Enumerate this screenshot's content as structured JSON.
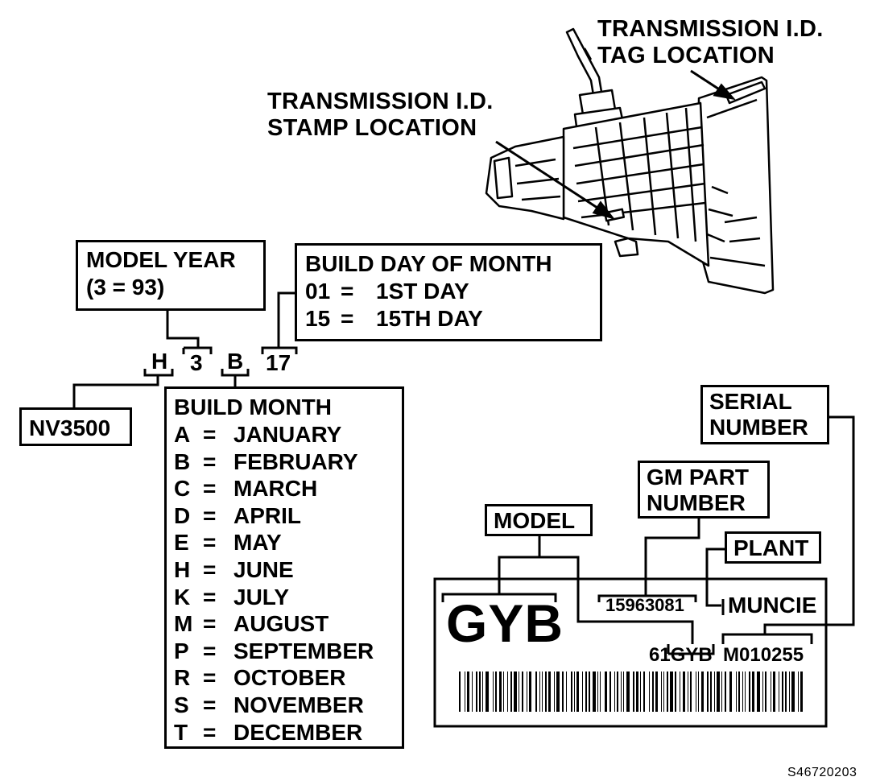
{
  "callouts": {
    "tag_location_line1": "TRANSMISSION I.D.",
    "tag_location_line2": "TAG LOCATION",
    "stamp_location_line1": "TRANSMISSION I.D.",
    "stamp_location_line2": "STAMP LOCATION"
  },
  "model_year": {
    "title": "MODEL YEAR",
    "example": "(3 = 93)"
  },
  "build_day": {
    "title": "BUILD DAY OF MONTH",
    "rows": [
      {
        "code": "01",
        "eq": "=",
        "value": "1ST DAY"
      },
      {
        "code": "15",
        "eq": "=",
        "value": "15TH DAY"
      }
    ]
  },
  "stamp_code": {
    "c1": "H",
    "c2": "3",
    "c3": "B",
    "c4": "17"
  },
  "model_box": "NV3500",
  "build_month": {
    "title": "BUILD MONTH",
    "rows": [
      {
        "code": "A",
        "eq": "=",
        "value": "JANUARY"
      },
      {
        "code": "B",
        "eq": "=",
        "value": "FEBRUARY"
      },
      {
        "code": "C",
        "eq": "=",
        "value": "MARCH"
      },
      {
        "code": "D",
        "eq": "=",
        "value": "APRIL"
      },
      {
        "code": "E",
        "eq": "=",
        "value": "MAY"
      },
      {
        "code": "H",
        "eq": "=",
        "value": "JUNE"
      },
      {
        "code": "K",
        "eq": "=",
        "value": "JULY"
      },
      {
        "code": "M",
        "eq": "=",
        "value": "AUGUST"
      },
      {
        "code": "P",
        "eq": "=",
        "value": "SEPTEMBER"
      },
      {
        "code": "R",
        "eq": "=",
        "value": "OCTOBER"
      },
      {
        "code": "S",
        "eq": "=",
        "value": "NOVEMBER"
      },
      {
        "code": "T",
        "eq": "=",
        "value": "DECEMBER"
      }
    ]
  },
  "tag_labels": {
    "serial_line1": "SERIAL",
    "serial_line2": "NUMBER",
    "gm_part_line1": "GM PART",
    "gm_part_line2": "NUMBER",
    "model": "MODEL",
    "plant": "PLANT"
  },
  "tag": {
    "model_code": "GYB",
    "part_number": "15963081",
    "plant_name": "MUNCIE",
    "model_small": "61GYB",
    "serial": "M010255"
  },
  "figure_id": "S46720203"
}
